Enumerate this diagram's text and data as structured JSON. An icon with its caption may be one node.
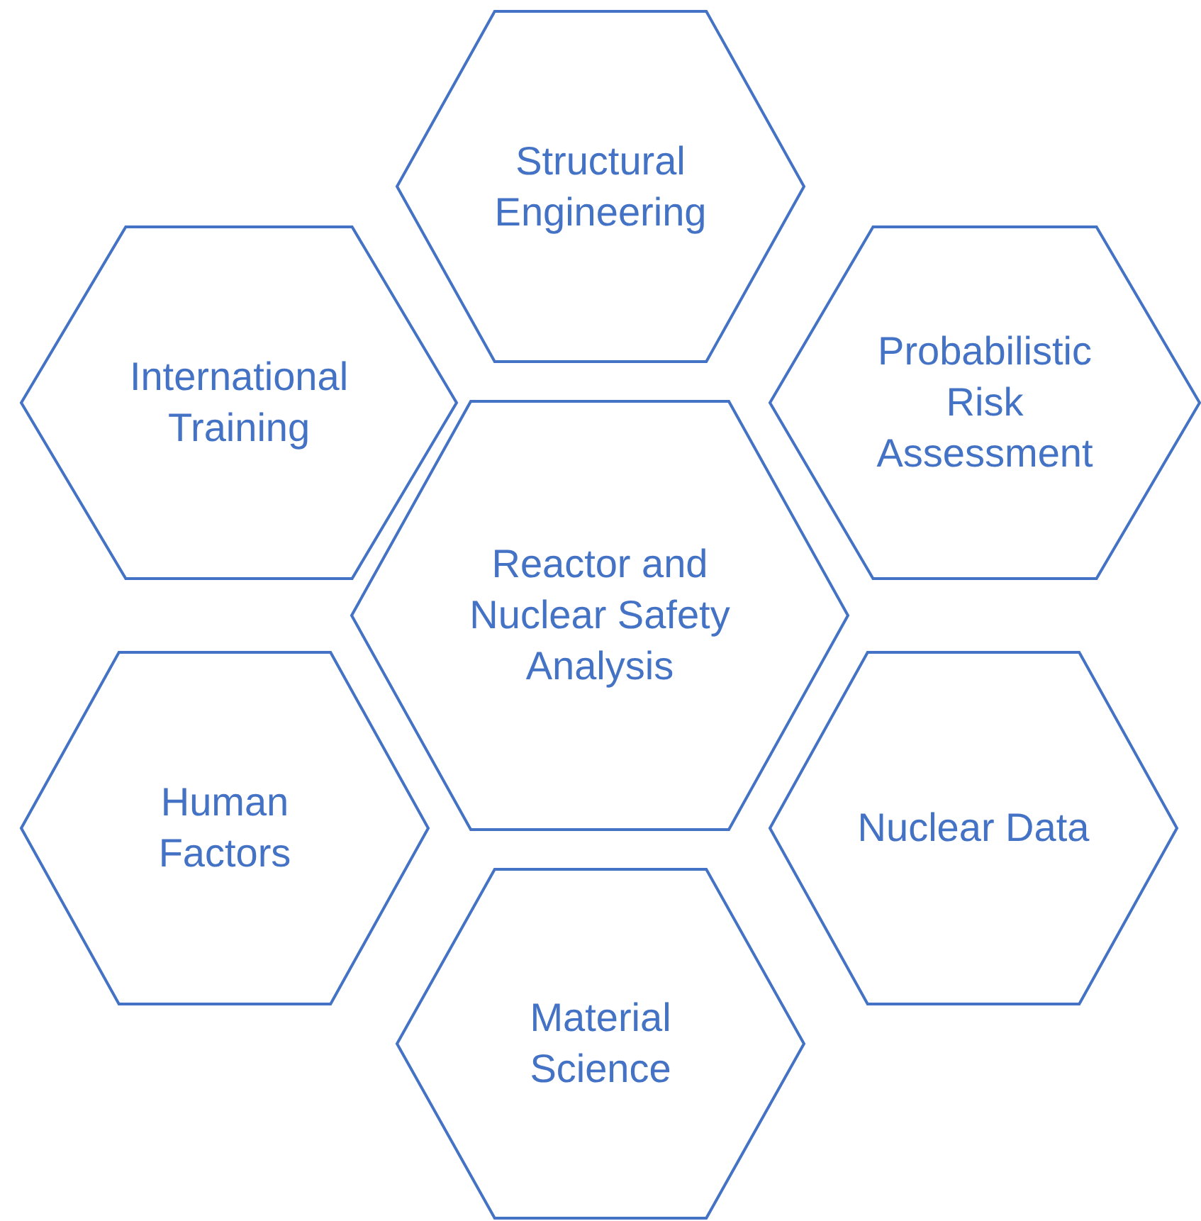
{
  "diagram": {
    "nodes": [
      {
        "text": [
          "Structural Engineering"
        ]
      },
      {
        "text": [
          "International Training"
        ]
      },
      {
        "text": [
          "Probabilistic Risk Assessment"
        ]
      },
      {
        "text": [
          "Reactor and Nuclear Safety Analysis"
        ]
      },
      {
        "text": [
          "Human Factors"
        ]
      },
      {
        "text": [
          "Nuclear Data"
        ]
      },
      {
        "text": [
          "Material Science"
        ]
      }
    ],
    "edges": []
  }
}
